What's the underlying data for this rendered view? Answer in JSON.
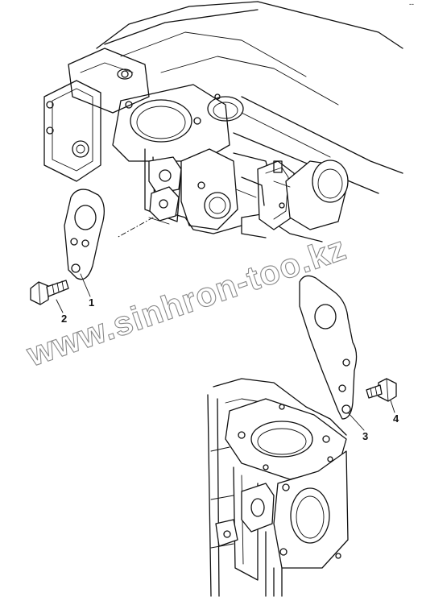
{
  "diagram": {
    "callouts": [
      {
        "id": "1",
        "label": "1",
        "part": "bracket"
      },
      {
        "id": "2",
        "label": "2",
        "part": "bolt"
      },
      {
        "id": "3",
        "label": "3",
        "part": "bracket"
      },
      {
        "id": "4",
        "label": "4",
        "part": "bolt"
      }
    ],
    "watermark": "www.sinhron-too.kz",
    "corner_mark": "--"
  },
  "colors": {
    "line": "#111111",
    "background": "#ffffff",
    "watermark_outline": "#8a8a8a"
  }
}
